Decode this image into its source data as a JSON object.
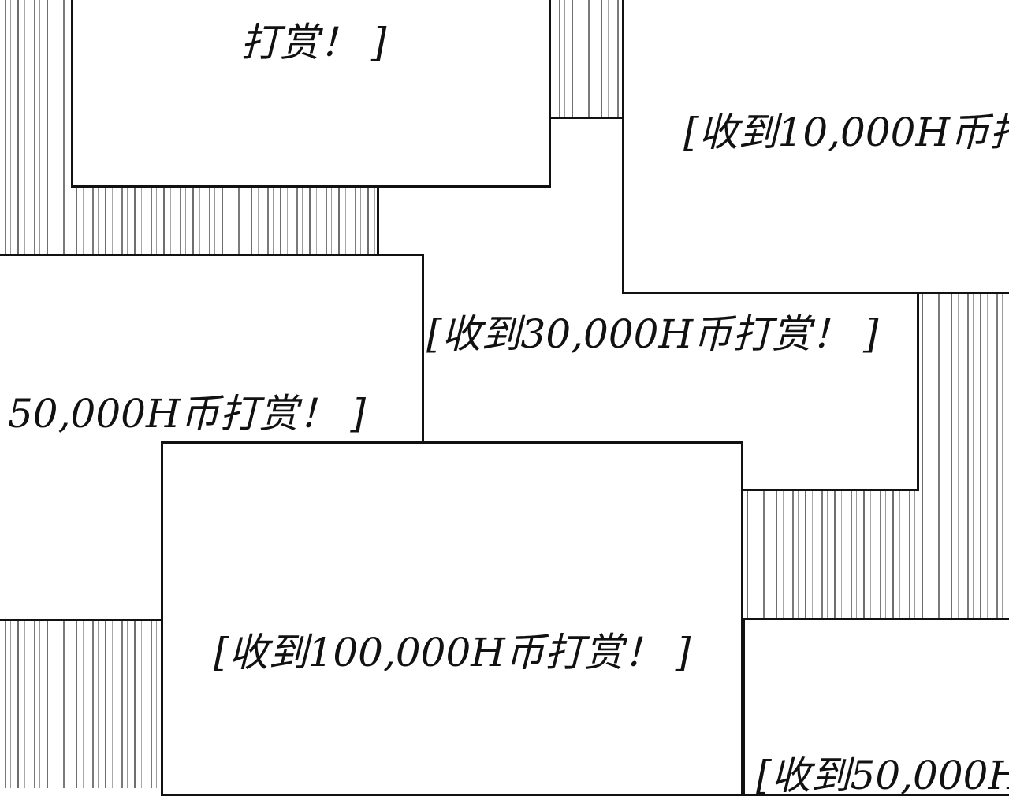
{
  "panels": {
    "top_left": {
      "text": "打赏！ ]"
    },
    "top_right": {
      "text": "[收到10,000H币打"
    },
    "middle": {
      "text": "[收到30,000H币打赏！ ]"
    },
    "left": {
      "text": "50,000H币打赏！ ]"
    },
    "bottom_center": {
      "text": "[收到100,000H币打赏！ ]"
    },
    "bottom_right": {
      "text": "[收到50,000H"
    }
  },
  "colors": {
    "background": "#ffffff",
    "border": "#111111",
    "stripe": "#7a7a7a"
  }
}
